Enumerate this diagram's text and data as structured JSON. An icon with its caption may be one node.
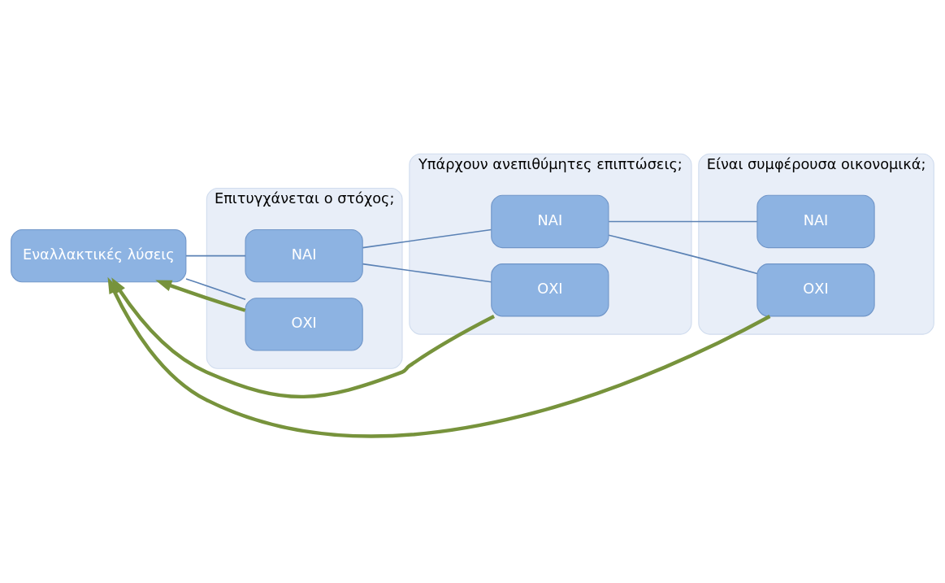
{
  "diagram": {
    "nodes": [
      {
        "text": [
          "Εναλλακτικές λύσεις"
        ]
      },
      {
        "text": [
          "Επιτυγχάνεται ο στόχος;"
        ]
      },
      {
        "text": [
          "ΝΑΙ"
        ],
        "in": 1
      },
      {
        "text": [
          "ΟΧΙ"
        ],
        "in": 1
      },
      {
        "text": [
          "Υπάρχουν ανεπιθύμητες επιπτώσεις;"
        ]
      },
      {
        "text": [
          "ΝΑΙ"
        ],
        "in": 4
      },
      {
        "text": [
          "ΟΧΙ"
        ],
        "in": 4
      },
      {
        "text": [
          "Είναι συμφέρουσα οικονομικά;"
        ]
      },
      {
        "text": [
          "ΝΑΙ"
        ],
        "in": 7
      },
      {
        "text": [
          "ΟΧΙ"
        ],
        "in": 7
      }
    ],
    "edges": [
      {
        "from": 0,
        "to": 2,
        "arrow": "none"
      },
      {
        "from": 0,
        "to": 3,
        "arrow": "none"
      },
      {
        "from": 2,
        "to": 5,
        "arrow": "none"
      },
      {
        "from": 2,
        "to": 6,
        "arrow": "none"
      },
      {
        "from": 5,
        "to": 8,
        "arrow": "none"
      },
      {
        "from": 5,
        "to": 9,
        "arrow": "none"
      },
      {
        "from": 3,
        "to": 0,
        "arrow": "to",
        "style": "thick",
        "color": "#77933c"
      },
      {
        "from": 6,
        "to": 0,
        "arrow": "to",
        "style": "thick",
        "color": "#77933c"
      },
      {
        "from": 9,
        "to": 0,
        "arrow": "to",
        "style": "thick",
        "color": "#77933c"
      }
    ]
  }
}
